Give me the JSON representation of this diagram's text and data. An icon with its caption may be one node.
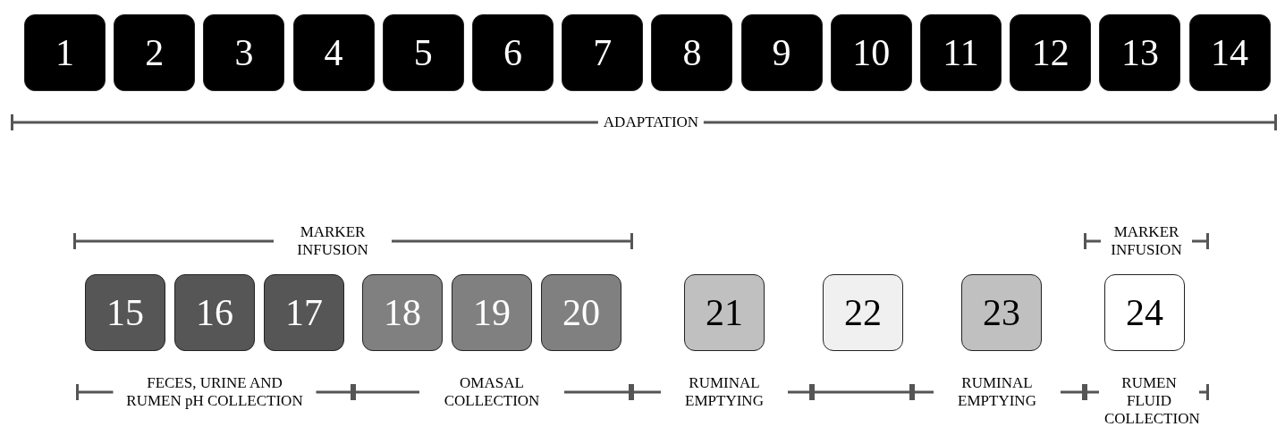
{
  "diagram": {
    "nodes": [
      {
        "text": [
          "1"
        ]
      },
      {
        "text": [
          "2"
        ]
      },
      {
        "text": [
          "3"
        ]
      },
      {
        "text": [
          "4"
        ]
      },
      {
        "text": [
          "5"
        ]
      },
      {
        "text": [
          "6"
        ]
      },
      {
        "text": [
          "7"
        ]
      },
      {
        "text": [
          "8"
        ]
      },
      {
        "text": [
          "9"
        ]
      },
      {
        "text": [
          "10"
        ]
      },
      {
        "text": [
          "11"
        ]
      },
      {
        "text": [
          "12"
        ]
      },
      {
        "text": [
          "13"
        ]
      },
      {
        "text": [
          "14"
        ]
      },
      {
        "text": [
          "15"
        ]
      },
      {
        "text": [
          "16"
        ]
      },
      {
        "text": [
          "17"
        ]
      },
      {
        "text": [
          "18"
        ]
      },
      {
        "text": [
          "19"
        ]
      },
      {
        "text": [
          "20"
        ]
      },
      {
        "text": [
          "21"
        ]
      },
      {
        "text": [
          "22"
        ]
      },
      {
        "text": [
          "23"
        ]
      },
      {
        "text": [
          "24"
        ]
      }
    ],
    "edges": [],
    "labels": [
      "ADAPTATION",
      "MARKER INFUSION",
      "MARKER INFUSION",
      "FECES, URINE AND RUMEN pH COLLECTION",
      "OMASAL COLLECTION",
      "RUMINAL EMPTYING",
      "RUMINAL EMPTYING",
      "RUMEN FLUID COLLECTION"
    ]
  }
}
